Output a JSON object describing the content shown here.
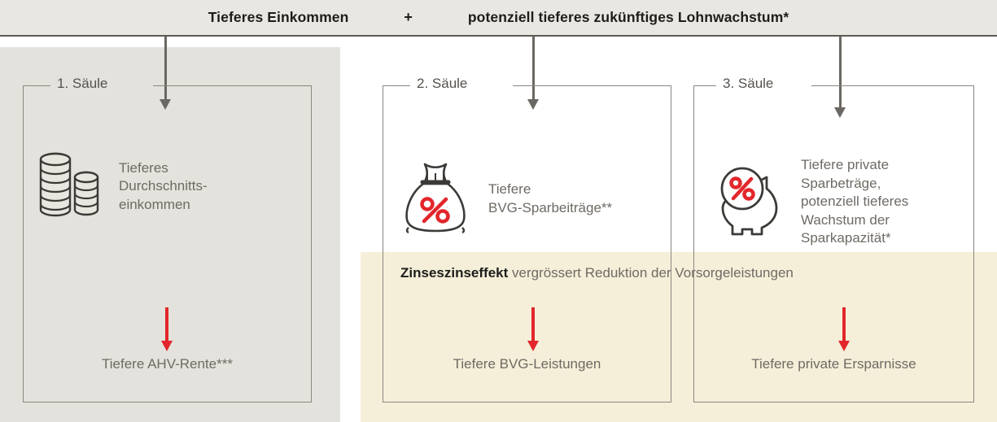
{
  "header": {
    "left_text": "Tieferes Einkommen",
    "operator": "+",
    "right_text": "potenziell tieferes zukünftiges Lohnwachstum*"
  },
  "banner": {
    "bold_lead": "Zinseszinseffekt",
    "rest": " vergrössert Reduktion der Vorsorgeleistungen"
  },
  "pillars": [
    {
      "label": "1. Säule",
      "icon": "coin-stacks-icon",
      "body_text": "Tieferes\nDurchschnitts-\neinkommen",
      "outcome": "Tiefere AHV-Rente***"
    },
    {
      "label": "2. Säule",
      "icon": "money-bag-percent-icon",
      "body_text": "Tiefere\nBVG-Sparbeiträge**",
      "outcome": "Tiefere BVG-Leistungen"
    },
    {
      "label": "3. Säule",
      "icon": "piggy-bank-percent-icon",
      "body_text": "Tiefere private\nSparbeträge,\npotenziell tieferes\nWachstum der\nSparkapazität*",
      "outcome": "Tiefere private Ersparnisse"
    }
  ],
  "colors": {
    "header_band": "#e9e7e1",
    "gray_panel": "#e4e2dc",
    "yellow_panel": "#f5efd9",
    "red_accent": "#e2262b",
    "gray_arrow": "#6b6762",
    "text_muted": "#6e6a64",
    "text_dark": "#1d1d1b",
    "border": "#8a8680"
  }
}
